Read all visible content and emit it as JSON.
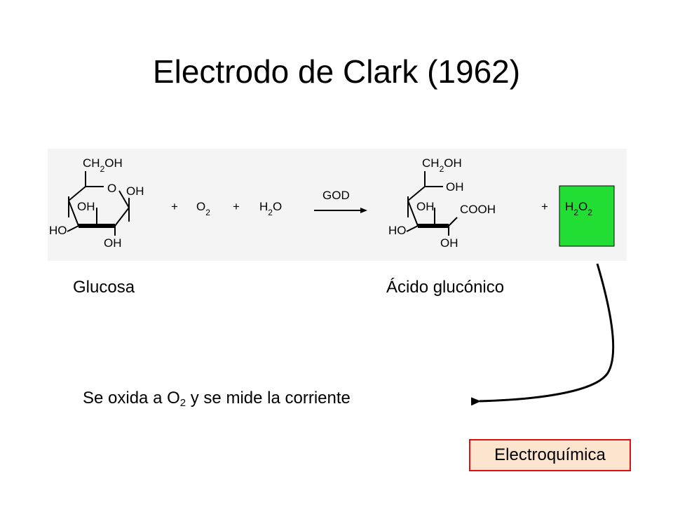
{
  "title": "Electrodo de Clark (1962)",
  "reaction": {
    "reactant1": {
      "name": "Glucosa",
      "group_top": "CH2OH",
      "ring_oxygen": "O",
      "group_right": "OH",
      "group_inner": "OH",
      "group_left": "HO",
      "group_bottom": "OH"
    },
    "plus1": "+",
    "reactant2": "O2",
    "plus2": "+",
    "reactant3": "H2O",
    "enzyme": "GOD",
    "product1": {
      "name": "Ácido glucónico",
      "group_top": "CH2OH",
      "group_upper": "OH",
      "group_inner": "OH",
      "group_acid": "COOH",
      "group_left": "HO",
      "group_bottom": "OH"
    },
    "plus3": "+",
    "product2": "H2O2"
  },
  "description": {
    "prefix": "Se oxida a O",
    "subscript": "2",
    "suffix": " y se mide la corriente"
  },
  "badge": "Electroquímica",
  "colors": {
    "h2o2_box": "#22dd33",
    "badge_border": "#e01010",
    "badge_fill": "#fde4cf"
  }
}
